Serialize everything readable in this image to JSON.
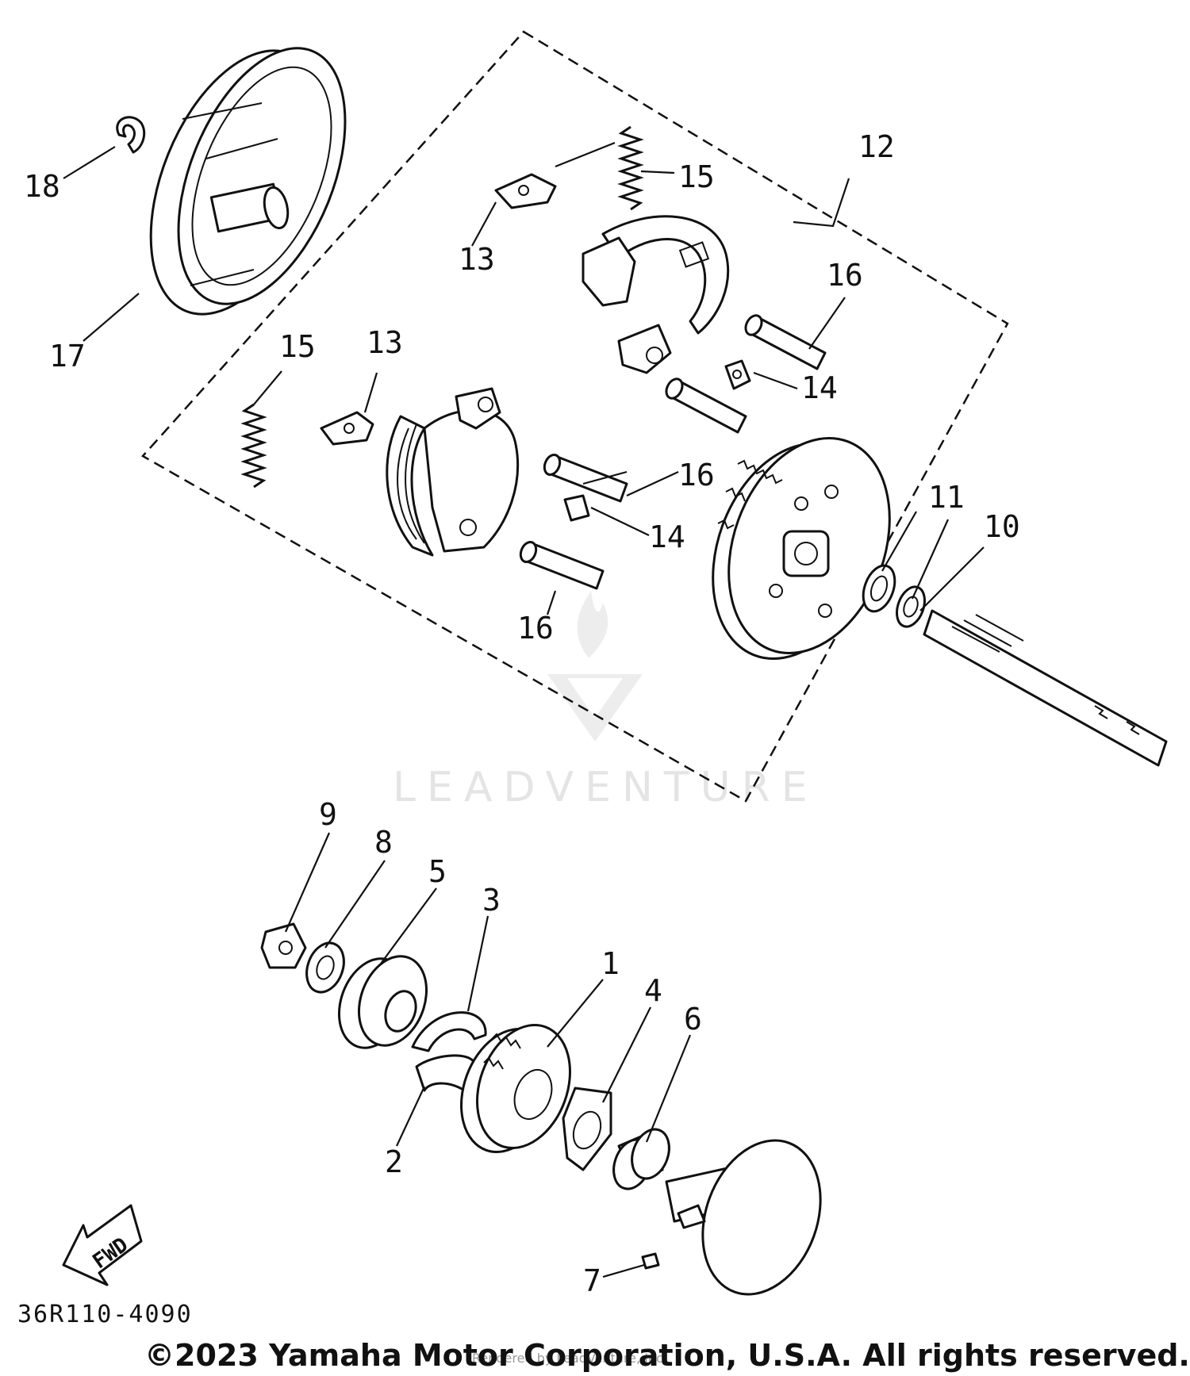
{
  "diagram": {
    "part_labels": [
      {
        "id": "1",
        "text": "1"
      },
      {
        "id": "2",
        "text": "2"
      },
      {
        "id": "3",
        "text": "3"
      },
      {
        "id": "4",
        "text": "4"
      },
      {
        "id": "5",
        "text": "5"
      },
      {
        "id": "6",
        "text": "6"
      },
      {
        "id": "7",
        "text": "7"
      },
      {
        "id": "8",
        "text": "8"
      },
      {
        "id": "9",
        "text": "9"
      },
      {
        "id": "10",
        "text": "10"
      },
      {
        "id": "11",
        "text": "11"
      },
      {
        "id": "12",
        "text": "12"
      },
      {
        "id": "13a",
        "text": "13"
      },
      {
        "id": "13b",
        "text": "13"
      },
      {
        "id": "14a",
        "text": "14"
      },
      {
        "id": "14b",
        "text": "14"
      },
      {
        "id": "15a",
        "text": "15"
      },
      {
        "id": "15b",
        "text": "15"
      },
      {
        "id": "16a",
        "text": "16"
      },
      {
        "id": "16b",
        "text": "16"
      },
      {
        "id": "16c",
        "text": "16"
      },
      {
        "id": "17",
        "text": "17"
      },
      {
        "id": "18",
        "text": "18"
      }
    ],
    "fwd_label": "FWD",
    "diagram_code": "36R110-4090",
    "copyright": "©2023 Yamaha Motor Corporation, U.S.A. All rights reserved.",
    "watermark": "LEADVENTURE",
    "rendered_note": "Rendered by LeadVenture, Inc."
  }
}
